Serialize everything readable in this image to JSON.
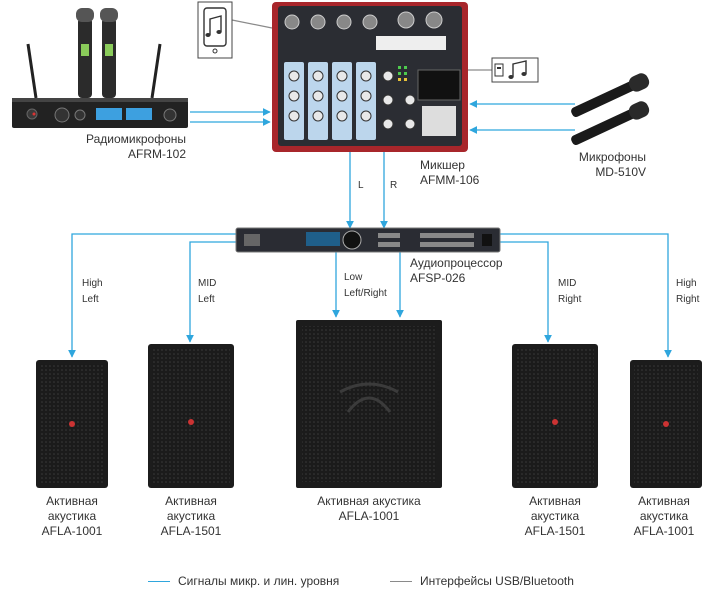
{
  "colors": {
    "signal": "#2fa6dd",
    "digital": "#8a8a8a",
    "mixer_body": "#2b2d33",
    "mixer_accent": "#a8262b",
    "speaker": "#1c1c1c",
    "processor": "#2a2c33"
  },
  "devices": {
    "radio_mics": {
      "name": "Радиомикрофоны",
      "model": "AFRM-102"
    },
    "mixer": {
      "name": "Микшер",
      "model": "AFMM-106"
    },
    "mics": {
      "name": "Микрофоны",
      "model": "MD-510V"
    },
    "processor": {
      "name": "Аудиопроцессор",
      "model": "AFSP-026"
    }
  },
  "mixer_outputs": {
    "left": "L",
    "right": "R"
  },
  "channels": {
    "high_left": [
      "High",
      "Left"
    ],
    "mid_left": [
      "MID",
      "Left"
    ],
    "low": [
      "Low",
      "Left/Right"
    ],
    "mid_right": [
      "MID",
      "Right"
    ],
    "high_right": [
      "High",
      "Right"
    ]
  },
  "speakers": [
    {
      "line1": "Активная",
      "line2": "акустика",
      "model": "AFLA-1001"
    },
    {
      "line1": "Активная",
      "line2": "акустика",
      "model": "AFLA-1501"
    },
    {
      "line1": "Активная акустика",
      "line2": "",
      "model": "AFLA-1001"
    },
    {
      "line1": "Активная",
      "line2": "акустика",
      "model": "AFLA-1501"
    },
    {
      "line1": "Активная",
      "line2": "акустика",
      "model": "AFLA-1001"
    }
  ],
  "legend": {
    "signal": "Сигналы микр. и лин. уровня",
    "digital": "Интерфейсы USB/Bluetooth"
  },
  "icons": [
    "phone-music-icon",
    "usb-bluetooth-music-icon"
  ]
}
